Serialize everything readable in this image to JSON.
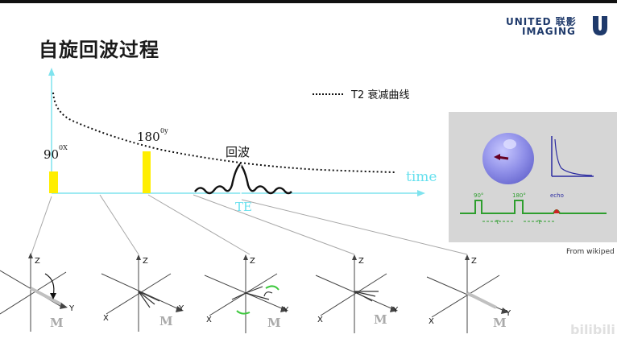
{
  "title": "自旋回波过程",
  "logo": {
    "line1": "UNITED 联影",
    "line2": "IMAGING",
    "mark": "U"
  },
  "legend": {
    "label": "T2 衰减曲线"
  },
  "labels": {
    "pulse90": "90",
    "pulse90_sup": "0X",
    "pulse180": "180",
    "pulse180_sup": "0y",
    "echo": "回波",
    "time": "time",
    "te": "TE"
  },
  "axes_labels": {
    "z": "Z",
    "y": "Y",
    "x": "X",
    "m": "M"
  },
  "inset": {
    "pulse1": "90°",
    "pulse2": "180°",
    "echo": "echo",
    "tau1": "τ",
    "tau2": "τ"
  },
  "credit": "From wikiped",
  "watermark": "bilibili",
  "colors": {
    "axis": "#7fe3ee",
    "pulse": "#ffee00",
    "time_label": "#66e0ee",
    "inset_green": "#2e9e2e",
    "sphere": "#8f8fe8",
    "arrow_green": "#3ec83e"
  }
}
